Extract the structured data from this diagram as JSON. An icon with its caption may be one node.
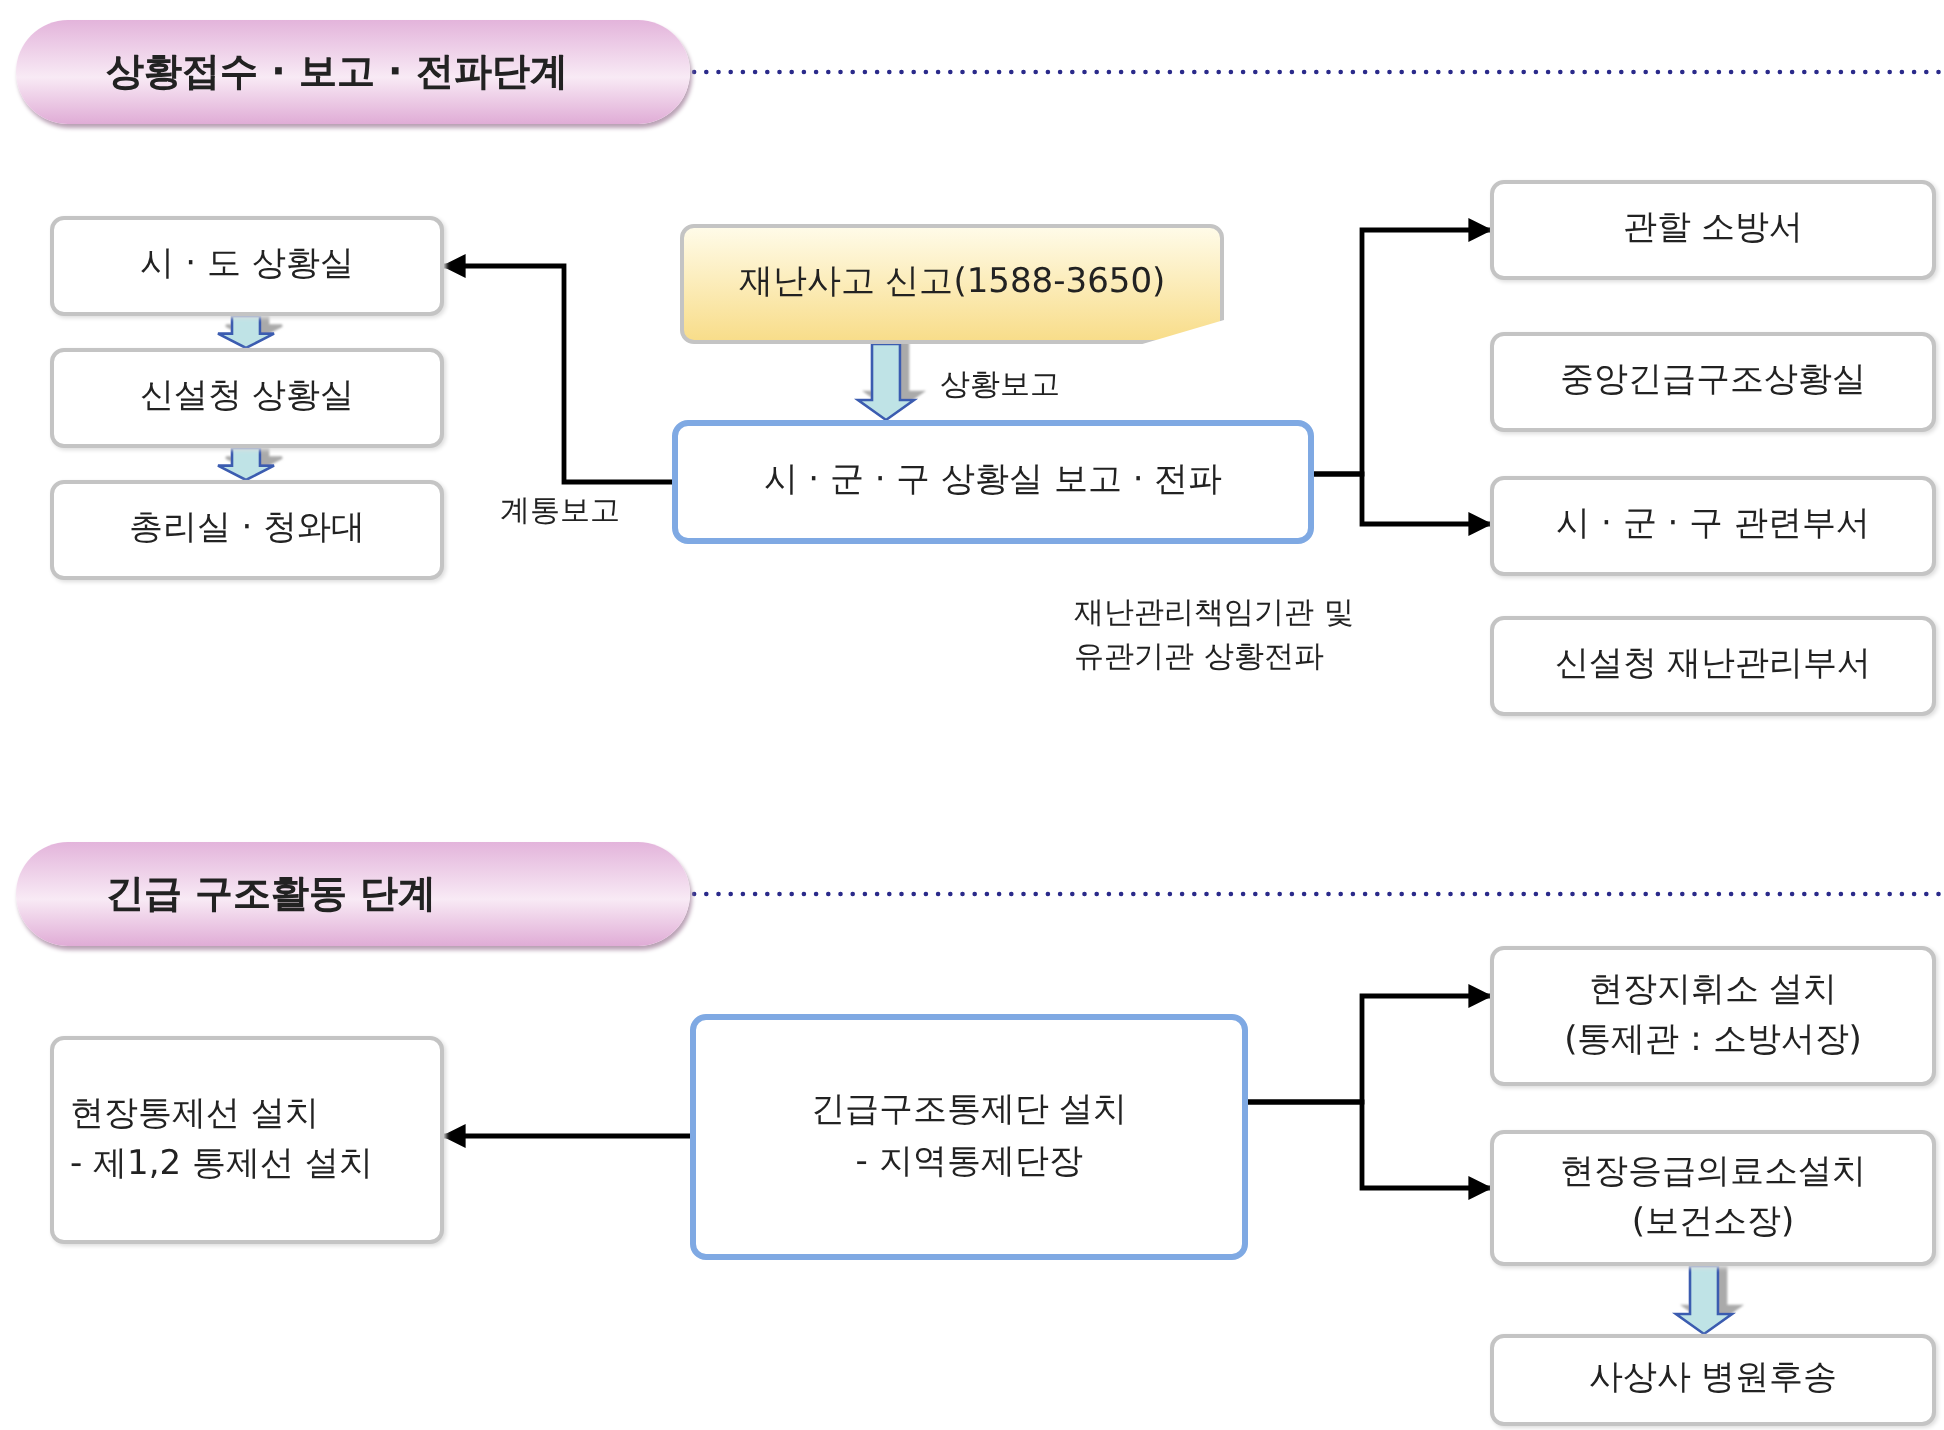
{
  "diagram": {
    "nodes": [
      {
        "text": [
          "상황접수 · 보고 · 전파단계"
        ]
      },
      {
        "text": [
          "시 · 도 상황실"
        ]
      },
      {
        "text": [
          "신설청 상황실"
        ]
      },
      {
        "text": [
          "총리실 · 청와대"
        ]
      },
      {
        "text": [
          "재난사고 신고(1588-3650)"
        ]
      },
      {
        "text": [
          "시 · 군 · 구 상황실 보고 · 전파"
        ]
      },
      {
        "text": [
          "관할 소방서"
        ]
      },
      {
        "text": [
          "중앙긴급구조상황실"
        ]
      },
      {
        "text": [
          "시 · 군 · 구 관련부서"
        ]
      },
      {
        "text": [
          "신설청 재난관리부서"
        ]
      },
      {
        "text": [
          "긴급 구조활동 단계"
        ]
      },
      {
        "text": [
          "현장통제선 설치",
          "- 제1,2 통제선 설치"
        ]
      },
      {
        "text": [
          "긴급구조통제단 설치",
          "- 지역통제단장"
        ]
      },
      {
        "text": [
          "현장지휘소 설치",
          "(통제관 : 소방서장)"
        ]
      },
      {
        "text": [
          "현장응급의료소설치",
          "(보건소장)"
        ]
      },
      {
        "text": [
          "사상사 병원후송"
        ]
      }
    ],
    "edges": [
      {
        "from": 1,
        "to": 2,
        "arrow": "to",
        "style": "thick",
        "color": "#bfe3e6"
      },
      {
        "from": 2,
        "to": 3,
        "arrow": "to",
        "style": "thick",
        "color": "#bfe3e6"
      },
      {
        "from": 4,
        "to": 5,
        "arrow": "to",
        "style": "thick",
        "color": "#bfe3e6",
        "label": "상황보고"
      },
      {
        "from": 5,
        "to": 1,
        "arrow": "to",
        "label": "계통보고"
      },
      {
        "from": 5,
        "to": 6,
        "arrow": "to"
      },
      {
        "from": 5,
        "to": 8,
        "arrow": "to"
      },
      {
        "from": 12,
        "to": 11,
        "arrow": "to"
      },
      {
        "from": 12,
        "to": 13,
        "arrow": "to"
      },
      {
        "from": 12,
        "to": 14,
        "arrow": "to"
      },
      {
        "from": 14,
        "to": 15,
        "arrow": "to",
        "style": "thick",
        "color": "#bfe3e6"
      }
    ],
    "labels": [
      "재난관리책임기관 및 유관기관 상황전파"
    ]
  }
}
